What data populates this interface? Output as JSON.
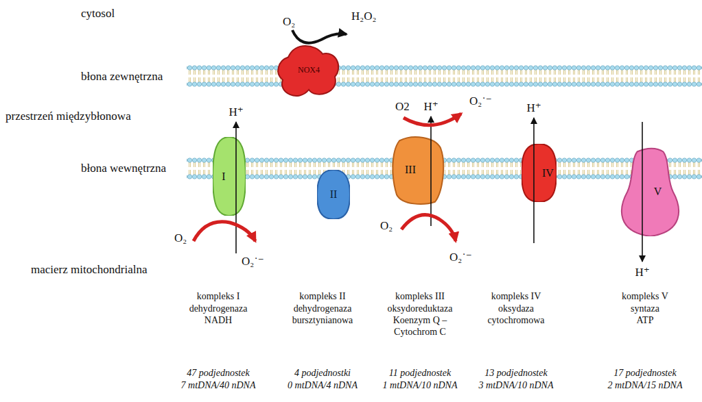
{
  "diagram": {
    "nodes": [
      {
        "text": [
          "NOX4"
        ]
      },
      {
        "text": [
          "I"
        ]
      },
      {
        "text": [
          "II"
        ]
      },
      {
        "text": [
          "III"
        ]
      },
      {
        "text": [
          "IV"
        ]
      },
      {
        "text": [
          "V"
        ]
      }
    ],
    "labels": [
      "cytosol",
      "O₂",
      "H₂O₂",
      "błona zewnętrzna",
      "przestrzeń międzybłonowa",
      "H⁺",
      "O2",
      "H⁺",
      "O₂˙⁻",
      "H⁺",
      "błona wewnętrzna",
      "O₂",
      "O₂",
      "O₂˙⁻",
      "O₂˙⁻",
      "macierz mitochondrialna",
      "H⁺",
      "kompleks I",
      "dehydrogenaza NADH",
      "47 podjednostek",
      "7 mtDNA/40 nDNA",
      "kompleks II",
      "dehydrogenaza bursztynianowa",
      "4 podjednostki",
      "0 mtDNA/4 nDNA",
      "kompleks III",
      "oksydoreduktaza Koenzym Q – Cytochrom C",
      "11 podjednostek",
      "1 mtDNA/10 nDNA",
      "kompleks IV",
      "oksydaza cytochromowa",
      "13 podjednostek",
      "3 mtDNA/10 nDNA",
      "kompleks V",
      "syntaza ATP",
      "17 podjednostek",
      "2 mtDNA/15 nDNA"
    ]
  }
}
